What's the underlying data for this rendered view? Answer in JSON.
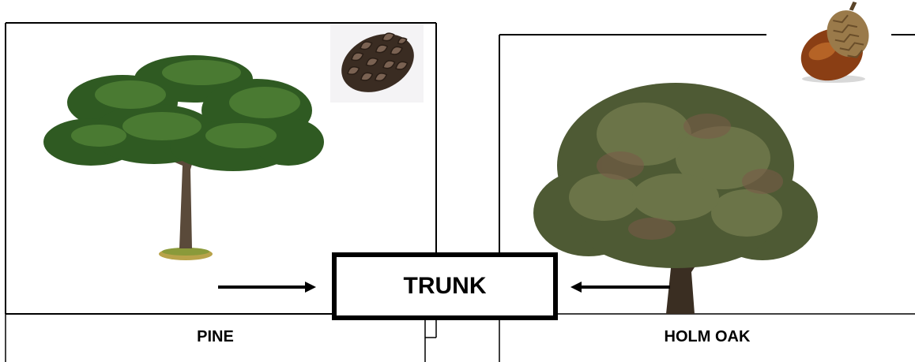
{
  "diagram": {
    "center_label": "TRUNK",
    "left_label": "PINE",
    "right_label": "HOLM OAK"
  },
  "icons": {
    "left_tree": "pine-tree-icon",
    "left_fruit": "pine-cone-icon",
    "right_tree": "holm-oak-tree-icon",
    "right_fruit": "acorn-icon"
  }
}
